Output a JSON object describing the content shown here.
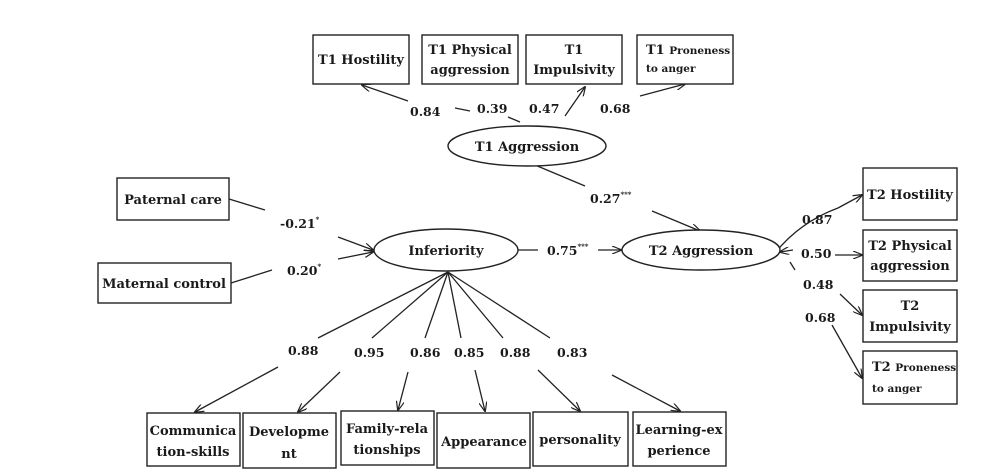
{
  "nodes": {
    "t1_hostility": "T1 Hostility",
    "t1_physical": [
      "T1 Physical",
      "aggression"
    ],
    "t1_impulsivity": [
      "T1",
      "Impulsivity"
    ],
    "t1_proneness": [
      "T1",
      "Proneness",
      "to anger"
    ],
    "t1_aggression": "T1 Aggression",
    "paternal_care": "Paternal care",
    "maternal_control": "Maternal control",
    "inferiority": "Inferiority",
    "t2_aggression": "T2 Aggression",
    "t2_hostility": "T2 Hostility",
    "t2_physical": [
      "T2 Physical",
      "aggression"
    ],
    "t2_impulsivity": [
      "T2",
      "Impulsivity"
    ],
    "t2_proneness": [
      "T2",
      "Proneness",
      "to anger"
    ],
    "communication": [
      "Communica",
      "tion-skills"
    ],
    "development": [
      "Developme",
      "nt"
    ],
    "family": [
      "Family-rela",
      "tionships"
    ],
    "appearance": "Appearance",
    "personality": "personality",
    "learning": [
      "Learning-ex",
      "perience"
    ]
  },
  "paths": {
    "t1_hostility": "0.84",
    "t1_physical": "0.39",
    "t1_impulsivity": "0.47",
    "t1_proneness": "0.68",
    "paternal": "-0.21",
    "paternal_sig": "*",
    "maternal": "0.20",
    "maternal_sig": "*",
    "t1_to_t2": "0.27",
    "t1_to_t2_sig": "***",
    "inf_to_t2": "0.75",
    "inf_to_t2_sig": "***",
    "t2_hostility": "0.87",
    "t2_physical": "0.50",
    "t2_impulsivity": "0.48",
    "t2_proneness": "0.68",
    "communication": "0.88",
    "development": "0.95",
    "family": "0.86",
    "appearance": "0.85",
    "personality": "0.88",
    "learning": "0.83"
  }
}
